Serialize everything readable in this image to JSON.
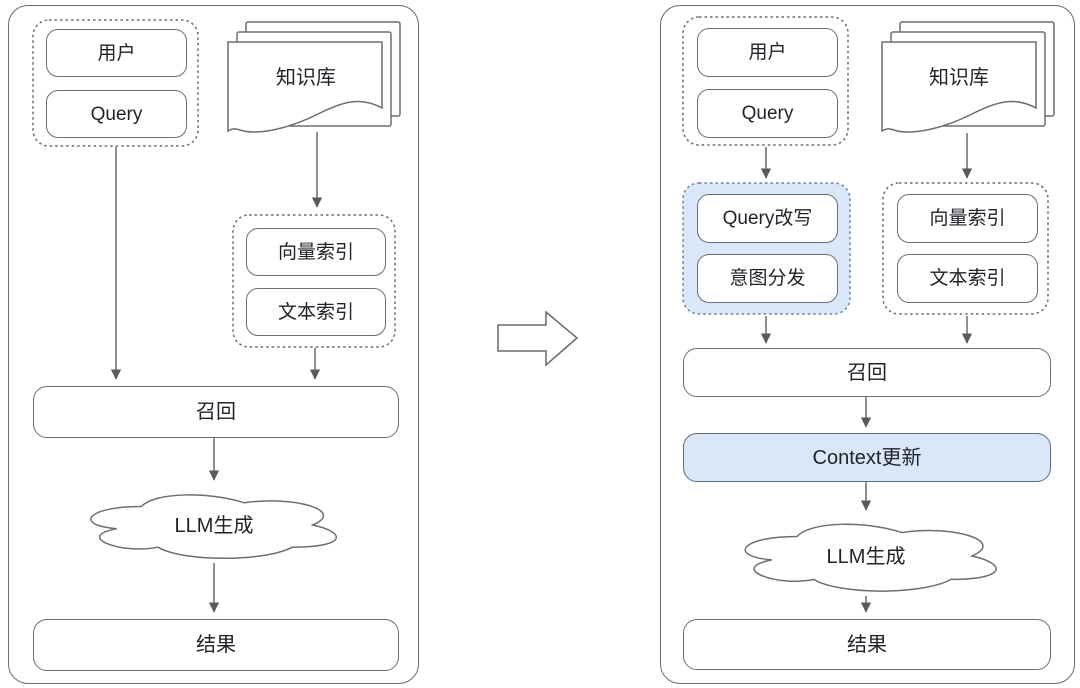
{
  "left_panel": {
    "user_label": "用户",
    "query_label": "Query",
    "knowledge_base_label": "知识库",
    "vector_index_label": "向量索引",
    "text_index_label": "文本索引",
    "recall_label": "召回",
    "llm_label": "LLM生成",
    "result_label": "结果"
  },
  "right_panel": {
    "user_label": "用户",
    "query_label": "Query",
    "knowledge_base_label": "知识库",
    "query_rewrite_label": "Query改写",
    "intent_dispatch_label": "意图分发",
    "vector_index_label": "向量索引",
    "text_index_label": "文本索引",
    "recall_label": "召回",
    "context_update_label": "Context更新",
    "llm_label": "LLM生成",
    "result_label": "结果"
  },
  "colors": {
    "highlight_fill": "#d9e7f8",
    "box_border": "#6e6e6e",
    "group_dash_border": "#6b6b6b",
    "highlight_dash_border": "#6b7f99",
    "arrow": "#5a5a5a",
    "text": "#1f2329"
  }
}
